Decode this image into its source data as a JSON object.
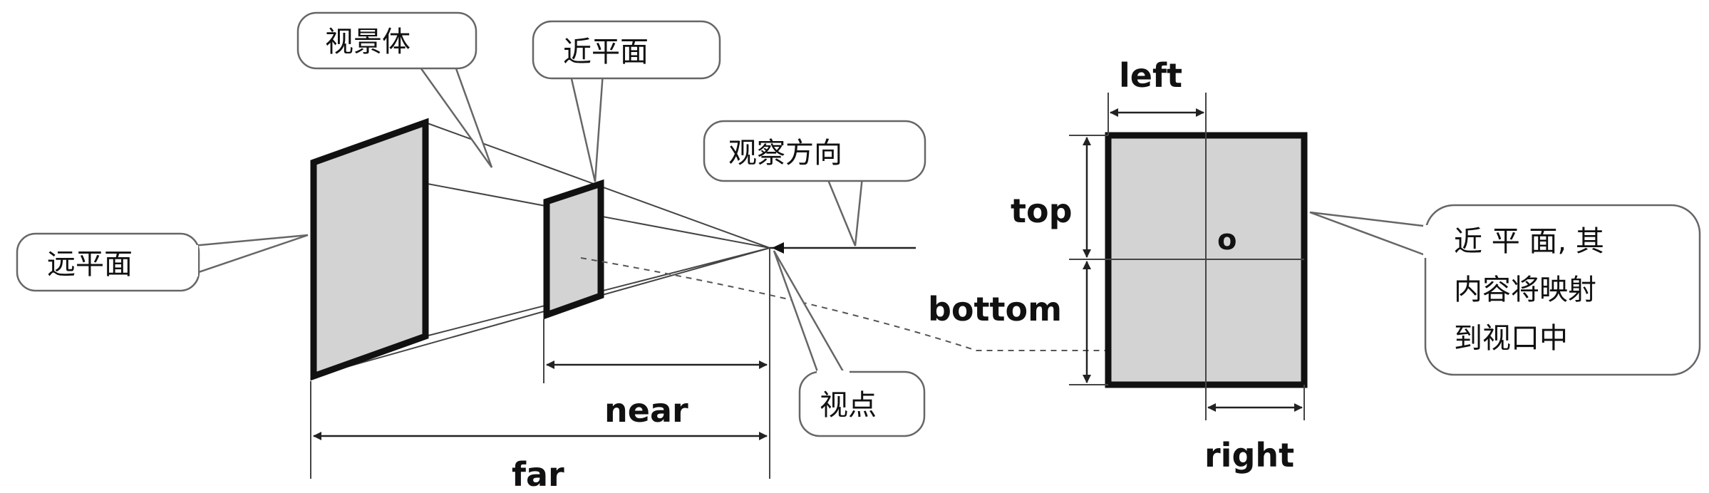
{
  "labels": {
    "view_volume": "视景体",
    "near_plane_top": "近平面",
    "near_plane_left": "远平面",
    "view_direction": "观察方向",
    "viewpoint": "视点",
    "near": "near",
    "far": "far",
    "left": "left",
    "right": "right",
    "top": "top",
    "bottom": "bottom",
    "origin": "o",
    "callout_lines": [
      "近 平 面, 其",
      "内容将映射",
      "到视口中"
    ]
  },
  "colors": {
    "panel_fill": "#d3d3d3",
    "stroke": "#111111",
    "callout_border": "#666666"
  },
  "icons": {
    "dimension_arrow": "double-headed-arrow",
    "eye_point": "arrowhead-point"
  }
}
